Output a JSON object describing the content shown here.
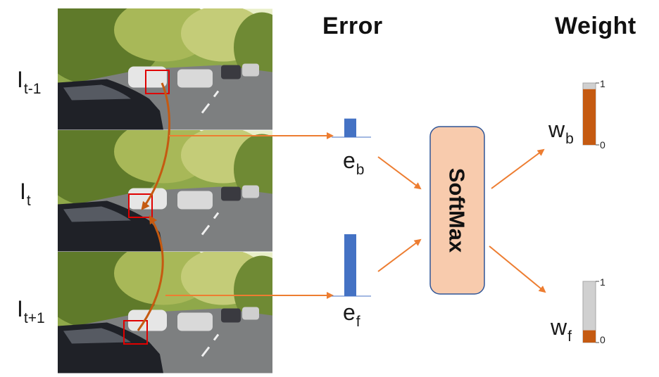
{
  "headers": {
    "error": "Error",
    "weight": "Weight"
  },
  "frames": [
    {
      "main": "I",
      "sub": "t-1"
    },
    {
      "main": "I",
      "sub": "t"
    },
    {
      "main": "I",
      "sub": "t+1"
    }
  ],
  "errors": [
    {
      "main": "e",
      "sub": "b",
      "bar_level": 0.3
    },
    {
      "main": "e",
      "sub": "f",
      "bar_level": 1.0
    }
  ],
  "softmax_label": "SoftMax",
  "weights": [
    {
      "main": "w",
      "sub": "b",
      "level": 0.9
    },
    {
      "main": "w",
      "sub": "f",
      "level": 0.2
    }
  ],
  "scale_ticks": {
    "top": "1",
    "bottom": "0"
  },
  "colors": {
    "arrow": "#ED7D31",
    "motion_arrow": "#C55A11",
    "error_bar": "#4472C4",
    "weight_fill": "#C55A11",
    "weight_track": "#D0D0D0",
    "softmax_fill": "#F8CBAD",
    "softmax_stroke": "#2F5597",
    "patch_box": "#E00000"
  }
}
